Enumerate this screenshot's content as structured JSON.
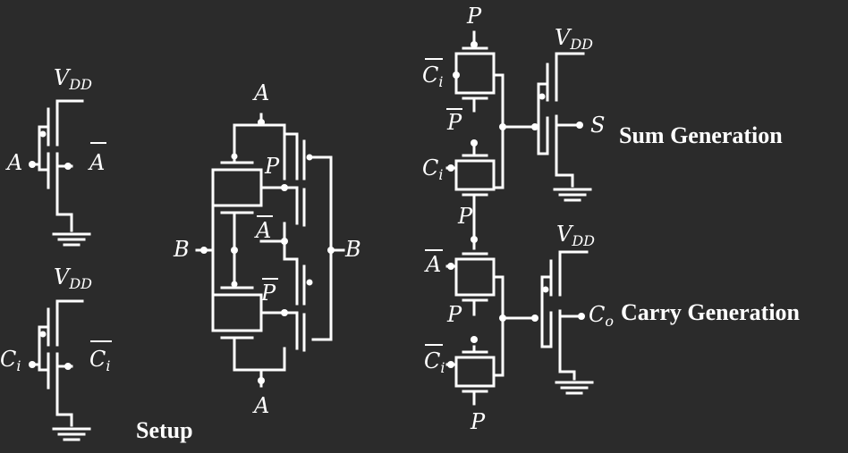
{
  "captions": {
    "setup": "Setup",
    "sum": "Sum Generation",
    "carry": "Carry Generation"
  },
  "labels": {
    "vdd_main": "V",
    "vdd_sub": "DD",
    "a": "A",
    "b": "B",
    "p": "P",
    "c": "C",
    "c_sub": "i",
    "s": "S",
    "co_sub": "o"
  },
  "colors": {
    "background": "#2b2b2b",
    "wire": "#ffffff"
  }
}
